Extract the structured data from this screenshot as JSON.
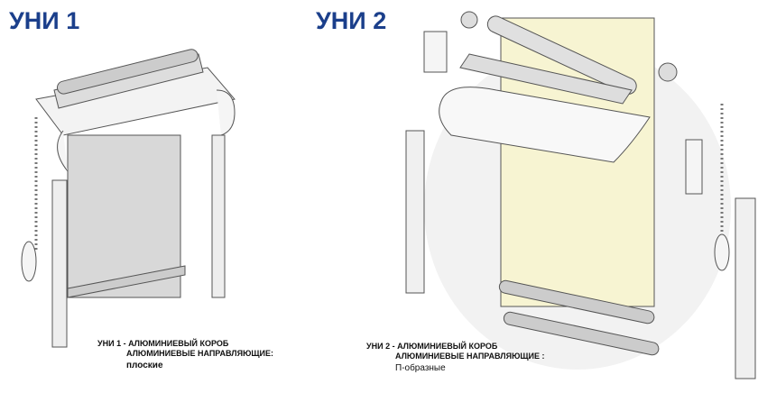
{
  "uni1": {
    "title": "УНИ 1",
    "caption_line1": "УНИ 1 - АЛЮМИНИЕВЫЙ КОРОБ",
    "caption_line2": "АЛЮМИНИЕВЫЕ НАПРАВЛЯЮЩИЕ:",
    "caption_line3": "плоские"
  },
  "uni2": {
    "title": "УНИ 2",
    "caption_line1": "УНИ 2 - АЛЮМИНИЕВЫЙ КОРОБ",
    "caption_line2": "АЛЮМИНИЕВЫЕ НАПРАВЛЯЮЩИЕ :",
    "caption_line3": "П-образные"
  },
  "colors": {
    "title": "#1b3f8b",
    "fabric": "#f7f4d2",
    "fabric_gray": "#d8d8d8"
  }
}
